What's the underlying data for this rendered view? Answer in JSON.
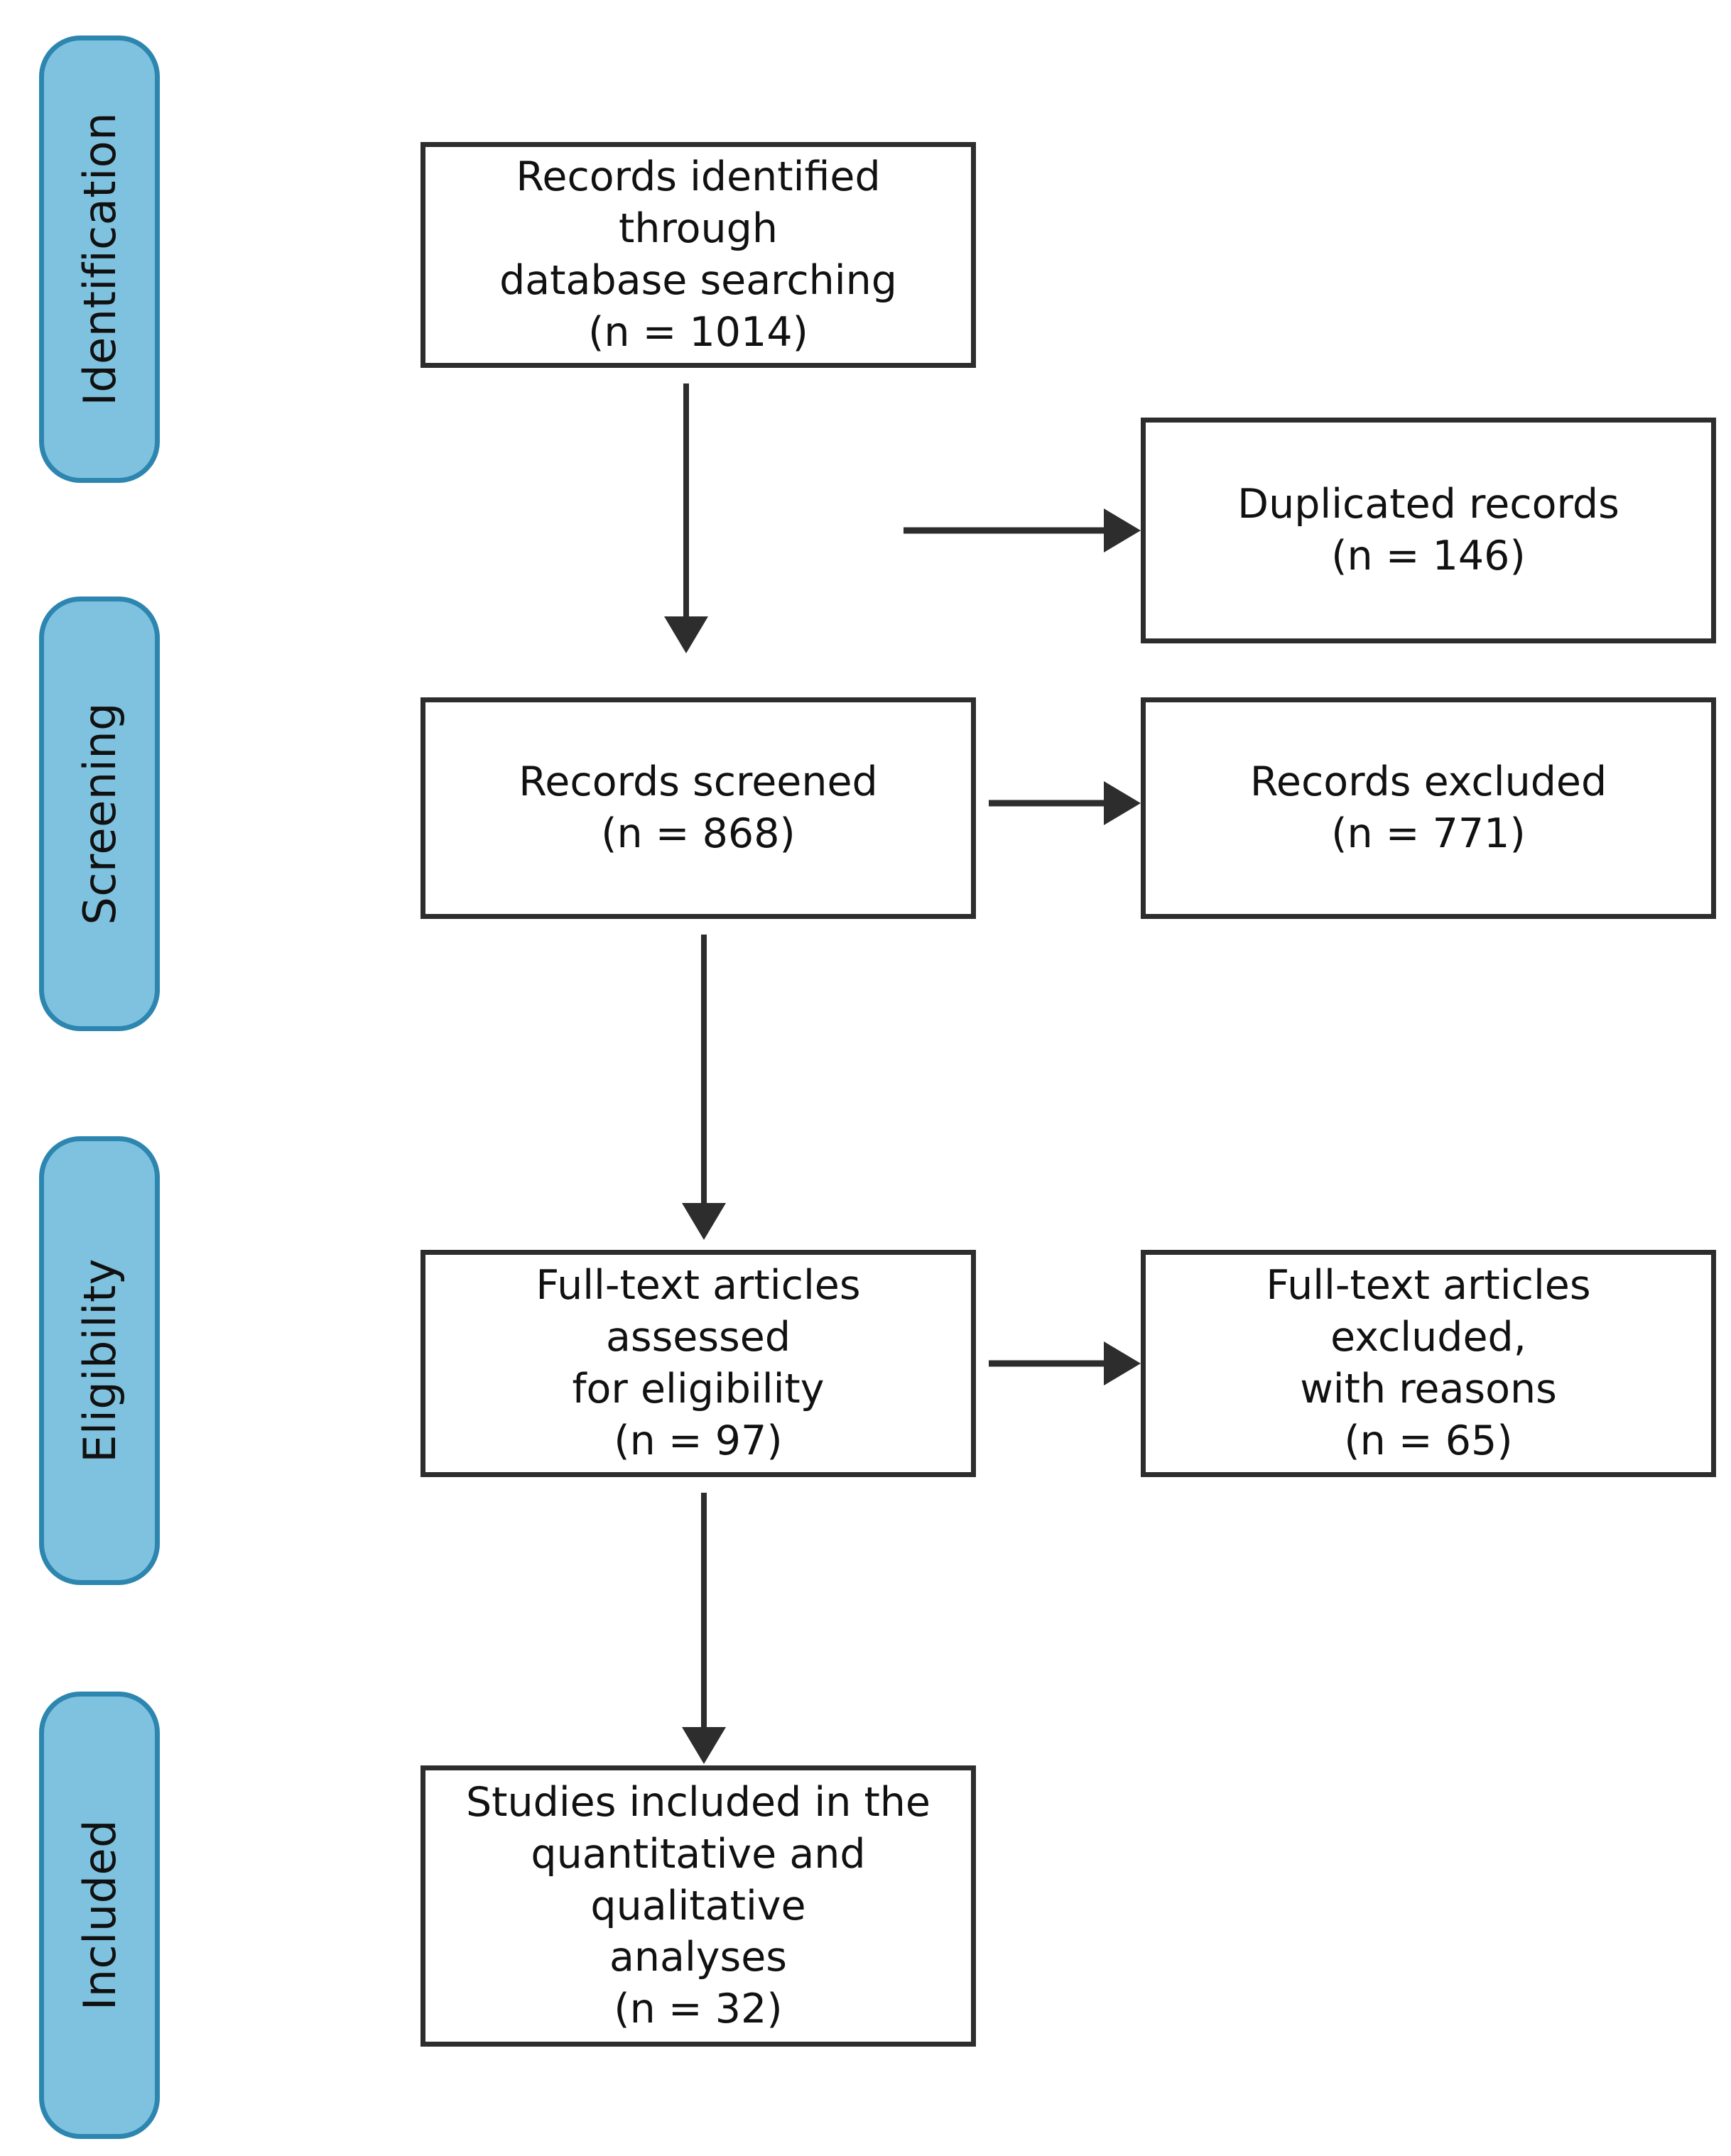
{
  "diagram": {
    "type": "PRISMA flow diagram",
    "colors": {
      "stage_fill": "#7FC2E0",
      "stage_border": "#2D86AF",
      "box_border": "#2D2D2D",
      "text": "#111111",
      "background": "#ffffff"
    }
  },
  "stages": [
    {
      "label": "Identification"
    },
    {
      "label": "Screening"
    },
    {
      "label": "Eligibility"
    },
    {
      "label": "Included"
    }
  ],
  "boxes": {
    "identified": "Records identified through\ndatabase searching\n(n = 1014)",
    "duplicated": "Duplicated records\n(n = 146)",
    "screened": "Records screened\n(n = 868)",
    "records_excluded": "Records excluded\n(n = 771)",
    "fulltext_assessed": "Full-text articles assessed\nfor eligibility\n(n = 97)",
    "fulltext_excluded": "Full-text articles excluded,\nwith reasons\n(n = 65)",
    "included": "Studies included in the\nquantitative and qualitative\nanalyses\n(n = 32)"
  },
  "counts": {
    "identified": 1014,
    "duplicated": 146,
    "screened": 868,
    "records_excluded": 771,
    "fulltext_assessed": 97,
    "fulltext_excluded": 65,
    "included": 32
  }
}
